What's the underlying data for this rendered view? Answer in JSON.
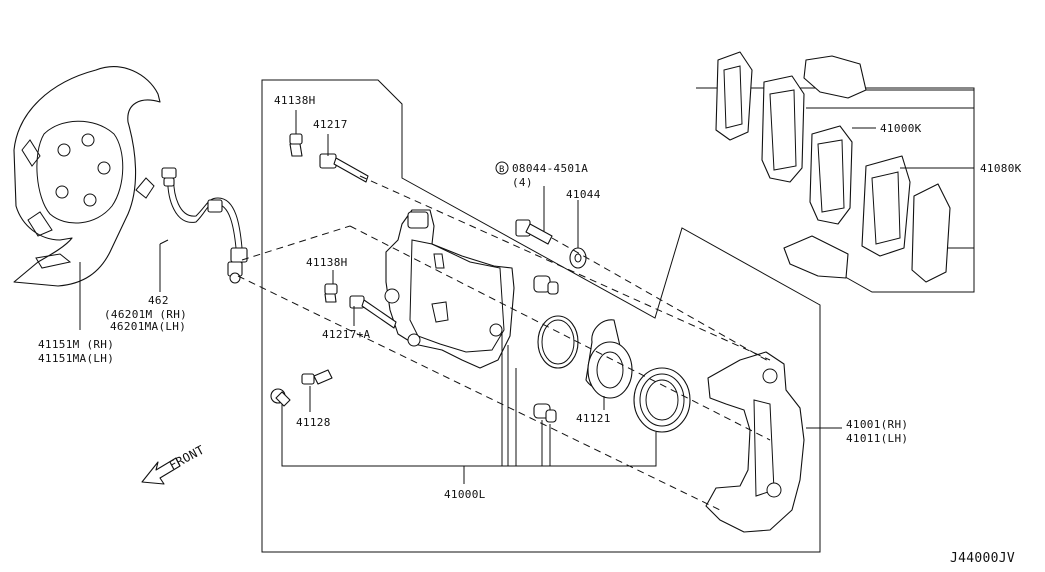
{
  "diagram_id": "J44000JV",
  "front_label": "FRONT",
  "labels": {
    "p41138H_top": "41138H",
    "p41217": "41217",
    "b_circle": "B",
    "p08044": "08044-4501A",
    "p08044_qty": "(4)",
    "p41044": "41044",
    "p41138H_mid": "41138H",
    "p41217A": "41217+A",
    "p41128": "41128",
    "p41121": "41121",
    "p41000L": "41000L",
    "p41001_rh": "41001(RH)",
    "p41011_lh": "41011(LH)",
    "p41000K": "41000K",
    "p41080K": "41080K",
    "p462": "462",
    "p46201M_rh": "(46201M (RH)",
    "p46201MA_lh": "46201MA(LH)",
    "p41151M_rh": "41151M  (RH)",
    "p41151MA_lh": "41151MA(LH)"
  }
}
